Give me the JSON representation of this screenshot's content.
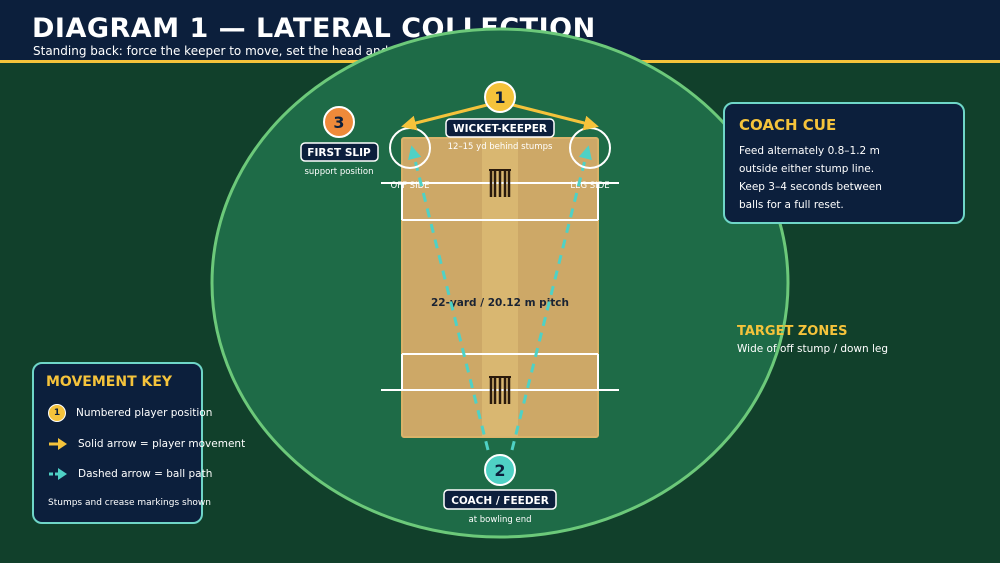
{
  "header": {
    "title": "DIAGRAM 1 — LATERAL COLLECTION",
    "subtitle": "Standing back: force the keeper to move, set the head and collect"
  },
  "field": {
    "pitch_label": "22-yard / 20.12 m pitch",
    "off_side_label": "OFF SIDE",
    "leg_side_label": "LEG SIDE",
    "colors": {
      "grass": "#1e6b47",
      "boundary": "#6cc97a",
      "pitch": "#cda867",
      "pitch_strip": "#d9b771",
      "stumps": "#2a1a0c",
      "player_arrow": "#f5c33b",
      "ball_path": "#4fd1c5"
    }
  },
  "players": [
    {
      "number": "1",
      "name": "WICKET-KEEPER",
      "note": "12–15 yd behind stumps",
      "color": "#f5c33b"
    },
    {
      "number": "2",
      "name": "COACH / FEEDER",
      "note": "at bowling end",
      "color": "#4fd1c5"
    },
    {
      "number": "3",
      "name": "FIRST SLIP",
      "note": "support position",
      "color": "#ef8a3a"
    }
  ],
  "coach_cue": {
    "title": "COACH CUE",
    "lines": [
      "Feed alternately 0.8–1.2 m",
      "outside either stump line.",
      "Keep 3–4 seconds between",
      "balls for a full reset."
    ]
  },
  "target_zones": {
    "title": "TARGET ZONES",
    "description": "Wide of off stump / down leg"
  },
  "movement_key": {
    "title": "MOVEMENT KEY",
    "badge_number": "1",
    "items": [
      {
        "label": "Numbered player position",
        "icon": "player-badge-icon"
      },
      {
        "label": "Solid arrow = player movement",
        "icon": "solid-arrow-icon"
      },
      {
        "label": "Dashed arrow = ball path",
        "icon": "dashed-arrow-icon"
      }
    ],
    "note": "Stumps and crease markings shown"
  }
}
